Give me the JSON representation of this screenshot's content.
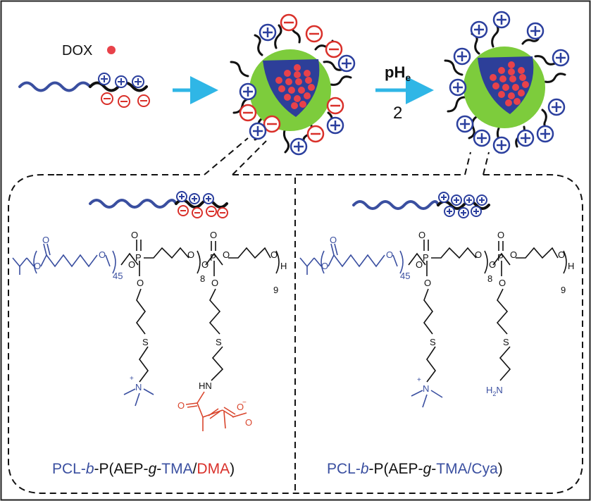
{
  "labels": {
    "dox": "DOX",
    "ph": "pH",
    "ph_sub": "e",
    "ph_step": "2"
  },
  "left_polymer": {
    "rep_outer": "45",
    "rep_mid": "8",
    "rep_end": "9",
    "end_h": "H",
    "nh": "HN",
    "o_minus": "O",
    "o_dbl": "O",
    "s": "S",
    "n_plus": "N",
    "name": {
      "p1": "PCL-",
      "p2": "b",
      "p3": "-P(AEP-",
      "p4": "g",
      "p5": "-",
      "p6": "TMA",
      "p7": "/",
      "p8": "DMA",
      "p9": ")"
    }
  },
  "right_polymer": {
    "rep_outer": "45",
    "rep_mid": "8",
    "rep_end": "9",
    "end_h": "H",
    "h2n": "H",
    "h2n_sub": "2",
    "h2n_n": "N",
    "s": "S",
    "n_plus": "N",
    "name": {
      "p1": "PCL-",
      "p2": "b",
      "p3": "-P(AEP-",
      "p4": "g",
      "p5": "-",
      "p6": "TMA/Cya",
      "p7": ")"
    }
  },
  "colors": {
    "pcl_blue": "#3a4fa0",
    "charge_blue": "#2b3f9e",
    "charge_red": "#d9302a",
    "arrow_cyan": "#2fb6e6",
    "shell_green": "#7dcc3c",
    "core_blue": "#2d3f99",
    "dox_red": "#e8424a",
    "dma_red": "#d9452c"
  }
}
